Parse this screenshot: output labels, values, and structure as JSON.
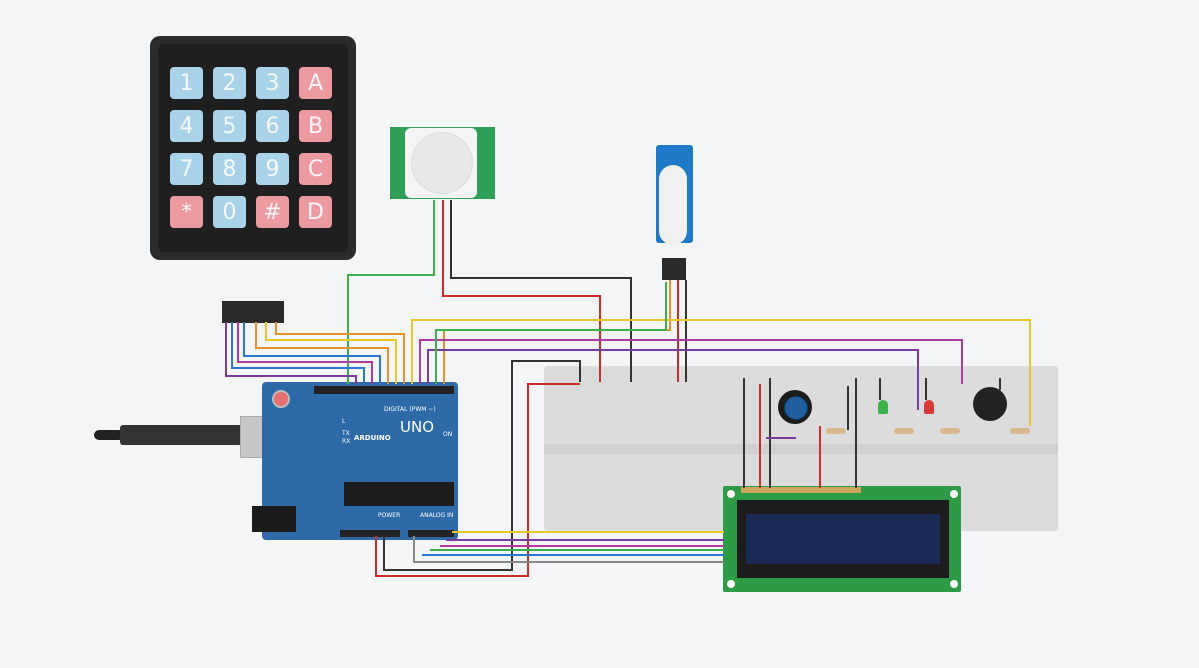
{
  "keypad": {
    "keys": [
      "1",
      "2",
      "3",
      "A",
      "4",
      "5",
      "6",
      "B",
      "7",
      "8",
      "9",
      "C",
      "*",
      "0",
      "#",
      "D"
    ]
  },
  "arduino": {
    "brand": "ARDUINO",
    "model": "UNO",
    "digital_label": "DIGITAL (PWM ~)",
    "power_label": "POWER",
    "analog_label": "ANALOG IN",
    "on_label": "ON",
    "tx_label": "TX",
    "rx_label": "RX",
    "l_label": "L"
  },
  "colors": {
    "background": "#f4f5f7",
    "wire_green": "#3cb04a",
    "wire_red": "#d02b2b",
    "wire_black": "#333333",
    "wire_yellow": "#e8c82a",
    "wire_purple": "#7a3aa0",
    "wire_blue": "#2d78d6",
    "wire_orange": "#e8902a",
    "wire_magenta": "#b03aa0",
    "wire_gray": "#888888"
  }
}
